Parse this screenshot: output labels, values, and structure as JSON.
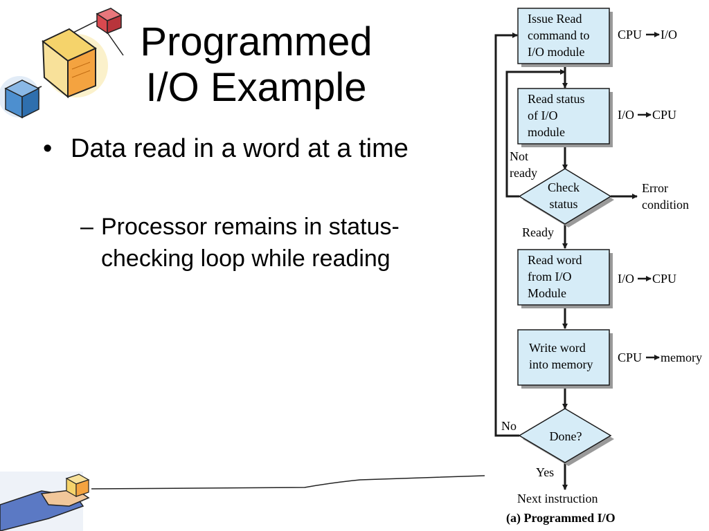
{
  "title": {
    "line1": "Programmed",
    "line2": "I/O Example"
  },
  "bullets": {
    "main": "Data read in a word at a time",
    "sub": "Processor remains in status-checking loop while reading",
    "bullet_symbol": "•",
    "dash_symbol": "–"
  },
  "flowchart": {
    "steps": [
      {
        "lines": [
          "Issue Read",
          "command to",
          "I/O module"
        ],
        "transfer_from": "CPU",
        "transfer_to": "I/O"
      },
      {
        "lines": [
          "Read status",
          "of I/O",
          "module"
        ],
        "transfer_from": "I/O",
        "transfer_to": "CPU"
      },
      {
        "lines": [
          "Read word",
          "from I/O",
          "Module"
        ],
        "transfer_from": "I/O",
        "transfer_to": "CPU"
      },
      {
        "lines": [
          "Write word",
          "into memory"
        ],
        "transfer_from": "CPU",
        "transfer_to": "memory"
      }
    ],
    "check_status": {
      "lines": [
        "Check",
        "status"
      ],
      "not_ready": [
        "Not",
        "ready"
      ],
      "ready": "Ready",
      "error": [
        "Error",
        "condition"
      ]
    },
    "done": {
      "label": "Done?",
      "no": "No",
      "yes": "Yes"
    },
    "next": "Next instruction",
    "caption": "(a) Programmed I/O"
  },
  "colors": {
    "box_fill": "#d6ecf7",
    "box_stroke": "#1a1a1a",
    "shadow": "#9a9a9a",
    "cube_orange": "#f4a340",
    "cube_blue": "#4d8fcf",
    "cube_red": "#d8494f",
    "cube_yellow": "#f5d36b"
  },
  "icons": [
    "flying-cubes-clipart-icon",
    "hand-holding-cube-clipart-icon"
  ]
}
